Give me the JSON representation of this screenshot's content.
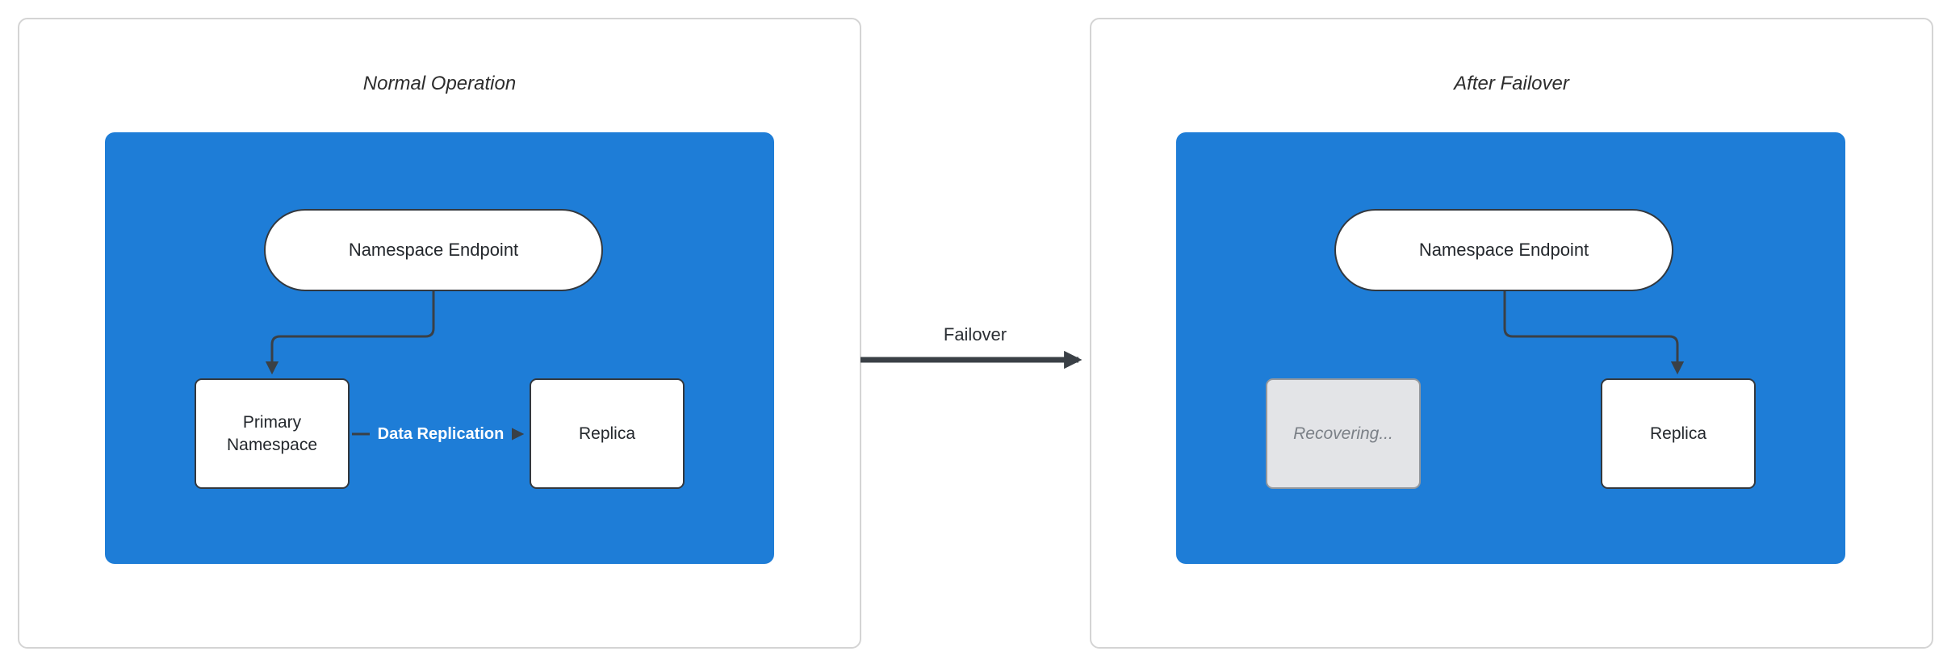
{
  "diagram": {
    "left_panel": {
      "title": "Normal Operation",
      "endpoint_label": "Namespace Endpoint",
      "primary_label": "Primary Namespace",
      "replica_label": "Replica",
      "replication_label": "Data Replication"
    },
    "failover_label": "Failover",
    "right_panel": {
      "title": "After Failover",
      "endpoint_label": "Namespace Endpoint",
      "recovering_label": "Recovering...",
      "replica_label": "Replica"
    },
    "colors": {
      "container_blue": "#1e7dd7",
      "node_border": "#33383e",
      "arrow": "#3a4046",
      "recovering_fill": "#e3e4e7",
      "recovering_border": "#94989d",
      "recovering_text": "#7b8087",
      "panel_border": "#d4d4d4"
    }
  }
}
